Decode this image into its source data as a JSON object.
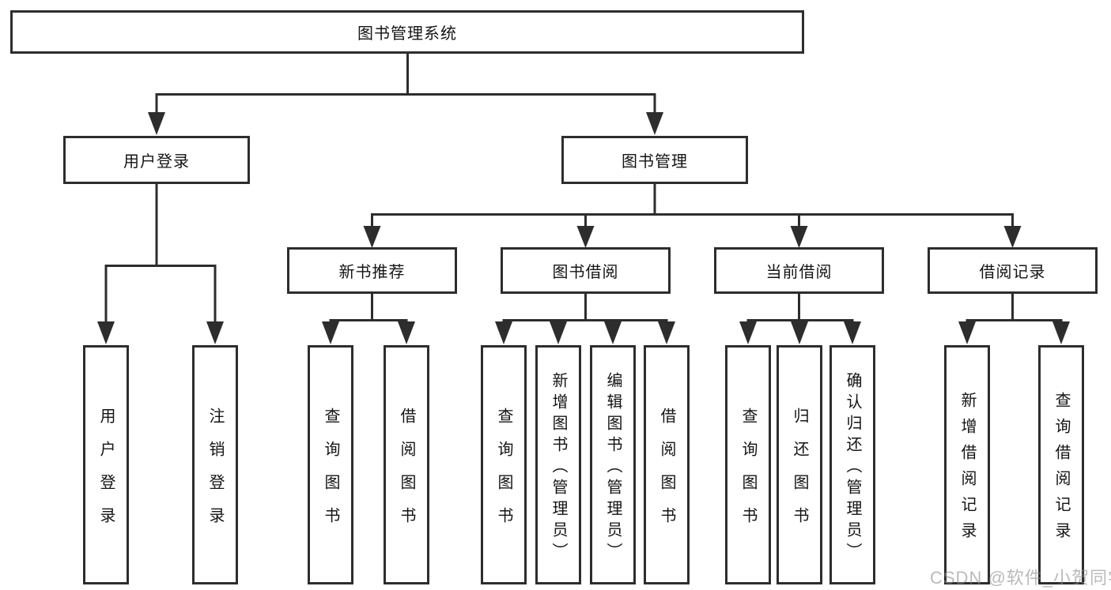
{
  "diagram": {
    "root": {
      "label": "图书管理系统"
    },
    "level2": [
      {
        "label": "用户登录"
      },
      {
        "label": "图书管理"
      }
    ],
    "level3": [
      {
        "label": "新书推荐"
      },
      {
        "label": "图书借阅"
      },
      {
        "label": "当前借阅"
      },
      {
        "label": "借阅记录"
      }
    ],
    "leaves": [
      {
        "label": "用户登录",
        "parent": "用户登录"
      },
      {
        "label": "注销登录",
        "parent": "用户登录"
      },
      {
        "label": "查询图书",
        "parent": "新书推荐"
      },
      {
        "label": "借阅图书",
        "parent": "新书推荐"
      },
      {
        "label": "查询图书",
        "parent": "图书借阅"
      },
      {
        "label": "新增图书（管理员）",
        "parent": "图书借阅"
      },
      {
        "label": "编辑图书（管理员）",
        "parent": "图书借阅"
      },
      {
        "label": "借阅图书",
        "parent": "图书借阅"
      },
      {
        "label": "查询图书",
        "parent": "当前借阅"
      },
      {
        "label": "归还图书",
        "parent": "当前借阅"
      },
      {
        "label": "确认归还（管理员）",
        "parent": "当前借阅"
      },
      {
        "label": "新增借阅记录",
        "parent": "借阅记录"
      },
      {
        "label": "查询借阅记录",
        "parent": "借阅记录"
      }
    ]
  },
  "watermark": {
    "text": "CSDN @软件_小贺同学"
  },
  "colors": {
    "line": "#2d2d2d",
    "text": "#141414",
    "background": "#ffffff",
    "watermark": "#8c8c8c"
  }
}
